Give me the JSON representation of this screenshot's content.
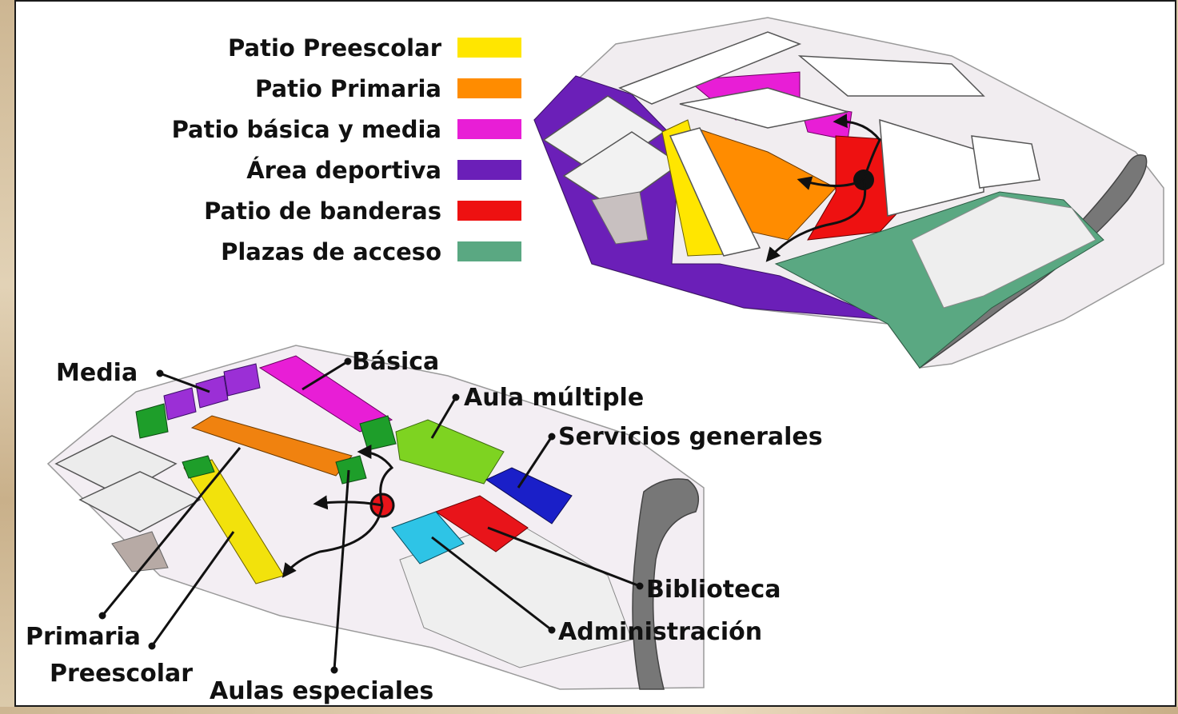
{
  "legend": {
    "items": [
      {
        "label": "Patio Preescolar",
        "color": "#ffe600"
      },
      {
        "label": "Patio Primaria",
        "color": "#ff8c00"
      },
      {
        "label": "Patio básica y media",
        "color": "#e81ed6"
      },
      {
        "label": "Área deportiva",
        "color": "#6b1fb8"
      },
      {
        "label": "Patio de banderas",
        "color": "#ee1111"
      },
      {
        "label": "Plazas de acceso",
        "color": "#5aa882"
      }
    ]
  },
  "callouts": {
    "media": "Media",
    "basica": "Básica",
    "aula_multiple": "Aula múltiple",
    "servicios_generales": "Servicios generales",
    "biblioteca": "Biblioteca",
    "administracion": "Administración",
    "primaria": "Primaria",
    "preescolar": "Preescolar",
    "aulas_especiales": "Aulas especiales"
  },
  "building_colors": {
    "media": "#9b2fd6",
    "basica": "#e81ed6",
    "primaria": "#f0820f",
    "preescolar": "#f2e20c",
    "aula_multiple": "#7ed321",
    "servicios_generales": "#1a1fc8",
    "biblioteca": "#e8141a",
    "administracion": "#2ec4e6",
    "aulas_especiales": "#1e9e2a"
  }
}
